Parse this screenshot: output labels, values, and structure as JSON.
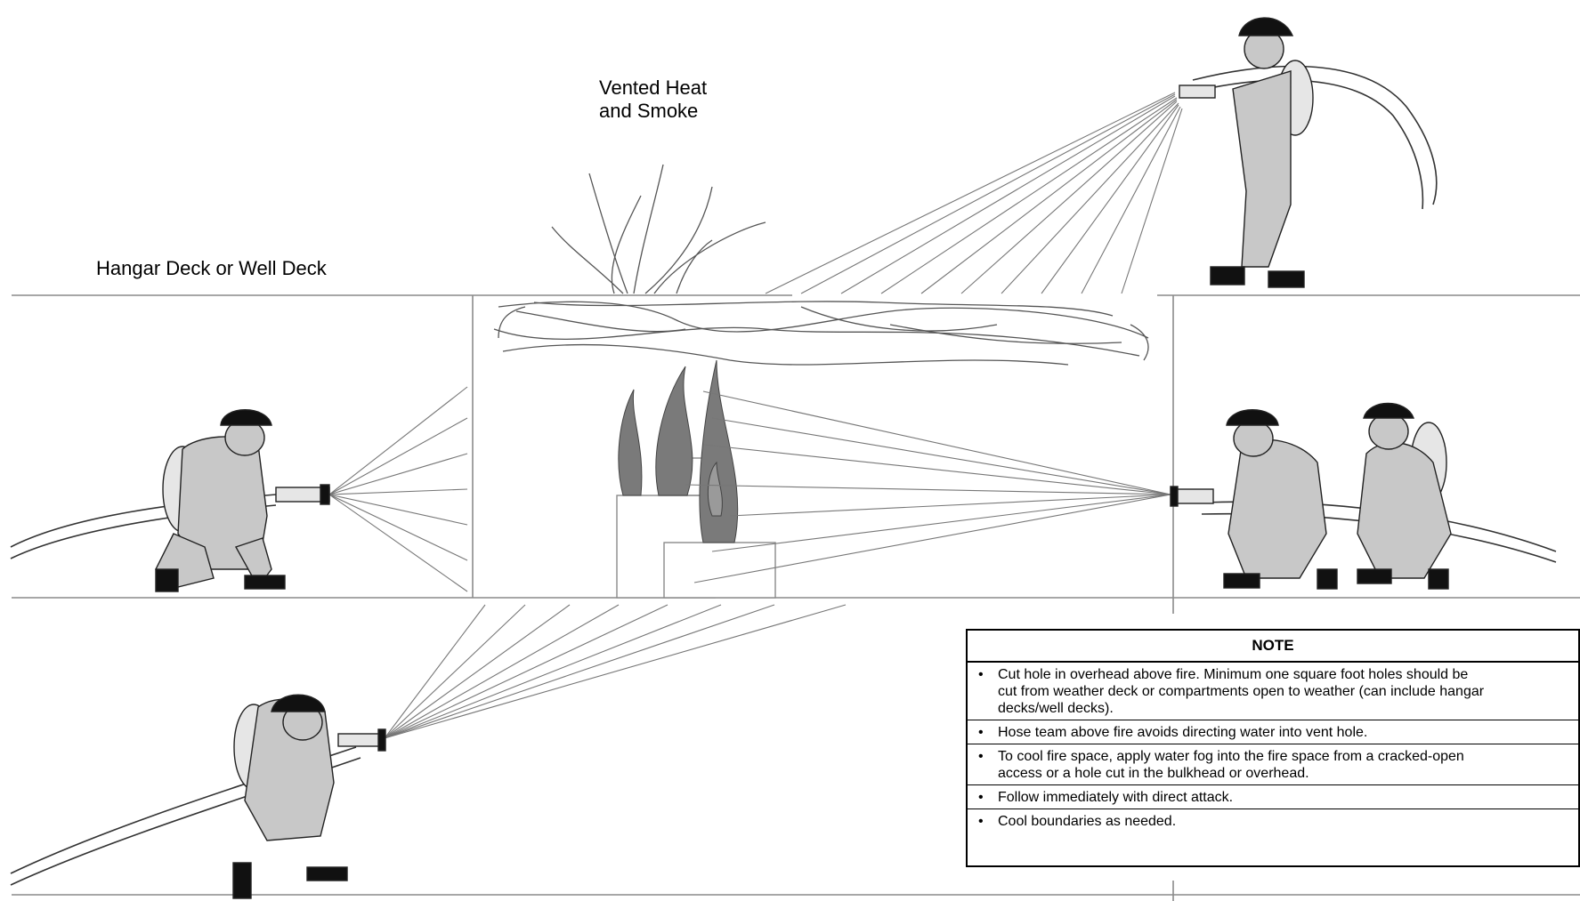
{
  "labels": {
    "deck": "Hangar Deck or Well Deck",
    "vent": "Vented Heat\nand Smoke"
  },
  "note": {
    "title": "NOTE",
    "items": [
      "Cut hole in overhead above fire. Minimum one square foot holes should be\ncut from weather deck or compartments open to weather (can include hangar\ndecks/well decks).",
      "Hose team above fire avoids directing water into vent hole.",
      "To cool fire space, apply water fog into the fire space from a cracked-open\naccess or a hole cut in the bulkhead or overhead.",
      "Follow immediately with direct attack.",
      "Cool boundaries as needed."
    ]
  },
  "colors": {
    "line": "#8a8a8a",
    "suit": "#c8c8c8",
    "flame": "#7a7a7a",
    "outline": "#222222"
  }
}
